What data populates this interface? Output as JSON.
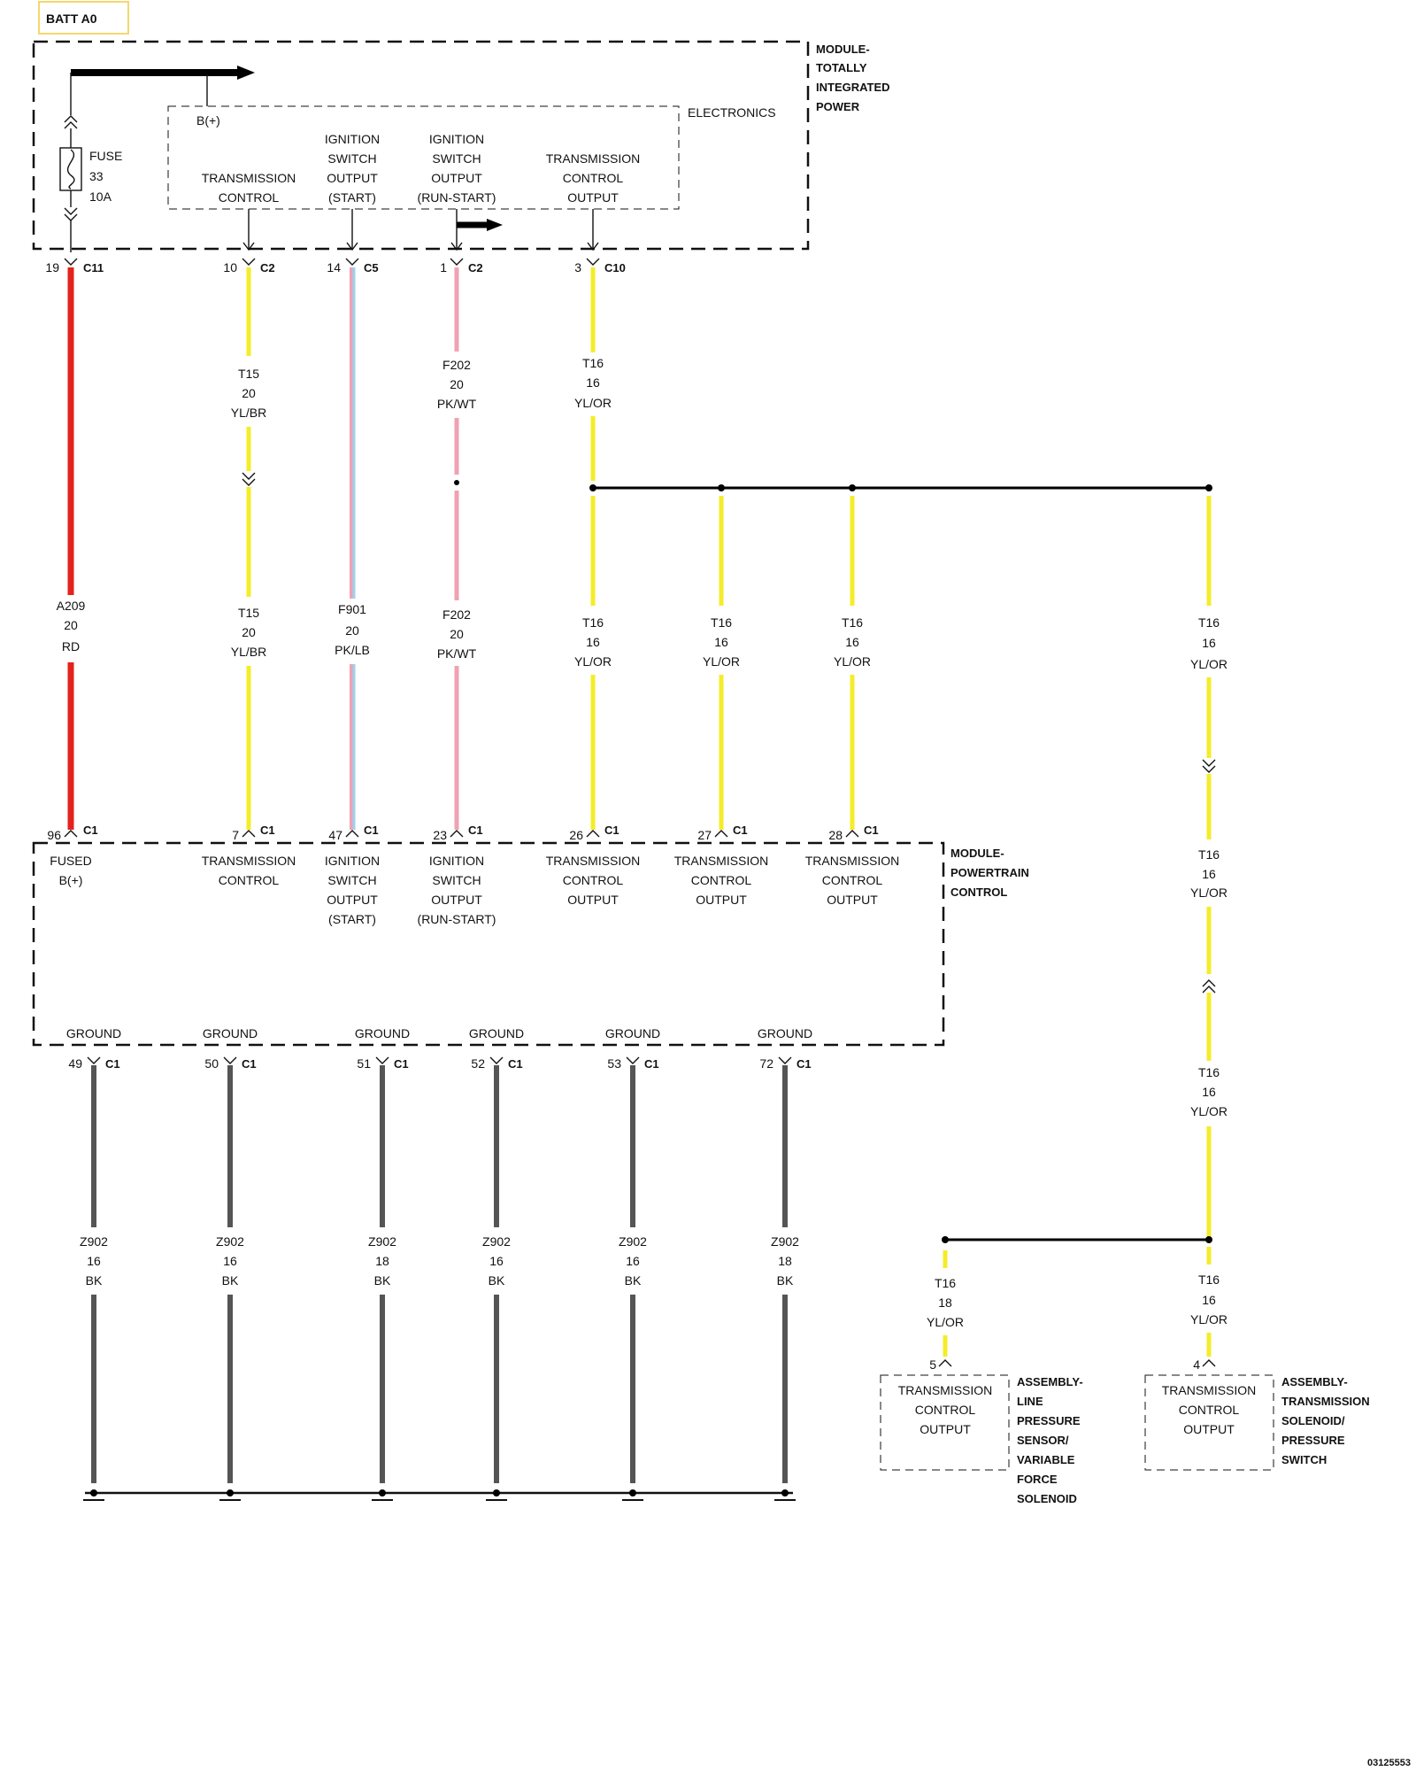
{
  "battery_label": "BATT A0",
  "colors": {
    "red": "#e3221b",
    "yellow": "#f5ec2a",
    "pink": "#f0a1b3",
    "light_blue": "#9cd2ef",
    "ground_wire": "#555555",
    "battery_box_border": "#f5d76e"
  },
  "tipm": {
    "title_lines": [
      "MODULE-",
      "TOTALLY",
      "INTEGRATED",
      "POWER"
    ],
    "electronics_label": "ELECTRONICS",
    "bplus_label": "B(+)",
    "fuse_lines": [
      "FUSE",
      "33",
      "10A"
    ],
    "functions": [
      {
        "lines": [
          "TRANSMISSION",
          "CONTROL"
        ]
      },
      {
        "lines": [
          "IGNITION",
          "SWITCH",
          "OUTPUT",
          "(START)"
        ]
      },
      {
        "lines": [
          "IGNITION",
          "SWITCH",
          "OUTPUT",
          "(RUN-START)"
        ]
      },
      {
        "lines": [
          "TRANSMISSION",
          "CONTROL",
          "OUTPUT"
        ]
      }
    ],
    "pins": [
      {
        "pin": "19",
        "connector": "C11"
      },
      {
        "pin": "10",
        "connector": "C2"
      },
      {
        "pin": "14",
        "connector": "C5"
      },
      {
        "pin": "1",
        "connector": "C2"
      },
      {
        "pin": "3",
        "connector": "C10"
      }
    ]
  },
  "wires_upper": [
    {
      "lines": [
        "T15",
        "20",
        "YL/BR"
      ]
    },
    {
      "lines": [
        "F202",
        "20",
        "PK/WT"
      ]
    },
    {
      "lines": [
        "T16",
        "16",
        "YL/OR"
      ]
    }
  ],
  "wires_lower": [
    {
      "lines": [
        "A209",
        "20",
        "RD"
      ]
    },
    {
      "lines": [
        "T15",
        "20",
        "YL/BR"
      ]
    },
    {
      "lines": [
        "F901",
        "20",
        "PK/LB"
      ]
    },
    {
      "lines": [
        "F202",
        "20",
        "PK/WT"
      ]
    },
    {
      "lines": [
        "T16",
        "16",
        "YL/OR"
      ]
    },
    {
      "lines": [
        "T16",
        "16",
        "YL/OR"
      ]
    },
    {
      "lines": [
        "T16",
        "16",
        "YL/OR"
      ]
    },
    {
      "lines": [
        "T16",
        "16",
        "YL/OR"
      ]
    }
  ],
  "wires_right_branch": [
    {
      "lines": [
        "T16",
        "16",
        "YL/OR"
      ]
    },
    {
      "lines": [
        "T16",
        "16",
        "YL/OR"
      ]
    }
  ],
  "pcm": {
    "title_lines": [
      "MODULE-",
      "POWERTRAIN",
      "CONTROL"
    ],
    "pins": [
      {
        "pin": "96",
        "connector": "C1"
      },
      {
        "pin": "7",
        "connector": "C1"
      },
      {
        "pin": "47",
        "connector": "C1"
      },
      {
        "pin": "23",
        "connector": "C1"
      },
      {
        "pin": "26",
        "connector": "C1"
      },
      {
        "pin": "27",
        "connector": "C1"
      },
      {
        "pin": "28",
        "connector": "C1"
      }
    ],
    "functions": [
      {
        "lines": [
          "FUSED",
          "B(+)"
        ]
      },
      {
        "lines": [
          "TRANSMISSION",
          "CONTROL"
        ]
      },
      {
        "lines": [
          "IGNITION",
          "SWITCH",
          "OUTPUT",
          "(START)"
        ]
      },
      {
        "lines": [
          "IGNITION",
          "SWITCH",
          "OUTPUT",
          "(RUN-START)"
        ]
      },
      {
        "lines": [
          "TRANSMISSION",
          "CONTROL",
          "OUTPUT"
        ]
      },
      {
        "lines": [
          "TRANSMISSION",
          "CONTROL",
          "OUTPUT"
        ]
      },
      {
        "lines": [
          "TRANSMISSION",
          "CONTROL",
          "OUTPUT"
        ]
      }
    ],
    "ground_label": "GROUND",
    "ground_pins": [
      {
        "pin": "49",
        "connector": "C1"
      },
      {
        "pin": "50",
        "connector": "C1"
      },
      {
        "pin": "51",
        "connector": "C1"
      },
      {
        "pin": "52",
        "connector": "C1"
      },
      {
        "pin": "53",
        "connector": "C1"
      },
      {
        "pin": "72",
        "connector": "C1"
      }
    ]
  },
  "ground_wires": [
    {
      "lines": [
        "Z902",
        "16",
        "BK"
      ]
    },
    {
      "lines": [
        "Z902",
        "16",
        "BK"
      ]
    },
    {
      "lines": [
        "Z902",
        "18",
        "BK"
      ]
    },
    {
      "lines": [
        "Z902",
        "16",
        "BK"
      ]
    },
    {
      "lines": [
        "Z902",
        "16",
        "BK"
      ]
    },
    {
      "lines": [
        "Z902",
        "18",
        "BK"
      ]
    }
  ],
  "branch_wires": [
    {
      "lines": [
        "T16",
        "18",
        "YL/OR"
      ]
    },
    {
      "lines": [
        "T16",
        "16",
        "YL/OR"
      ]
    }
  ],
  "assemblies": [
    {
      "pin": "5",
      "function_lines": [
        "TRANSMISSION",
        "CONTROL",
        "OUTPUT"
      ],
      "title_lines": [
        "ASSEMBLY-",
        "LINE",
        "PRESSURE",
        "SENSOR/",
        "VARIABLE",
        "FORCE",
        "SOLENOID"
      ]
    },
    {
      "pin": "4",
      "function_lines": [
        "TRANSMISSION",
        "CONTROL",
        "OUTPUT"
      ],
      "title_lines": [
        "ASSEMBLY-",
        "TRANSMISSION",
        "SOLENOID/",
        "PRESSURE",
        "SWITCH"
      ]
    }
  ],
  "figure_id": "03125553"
}
